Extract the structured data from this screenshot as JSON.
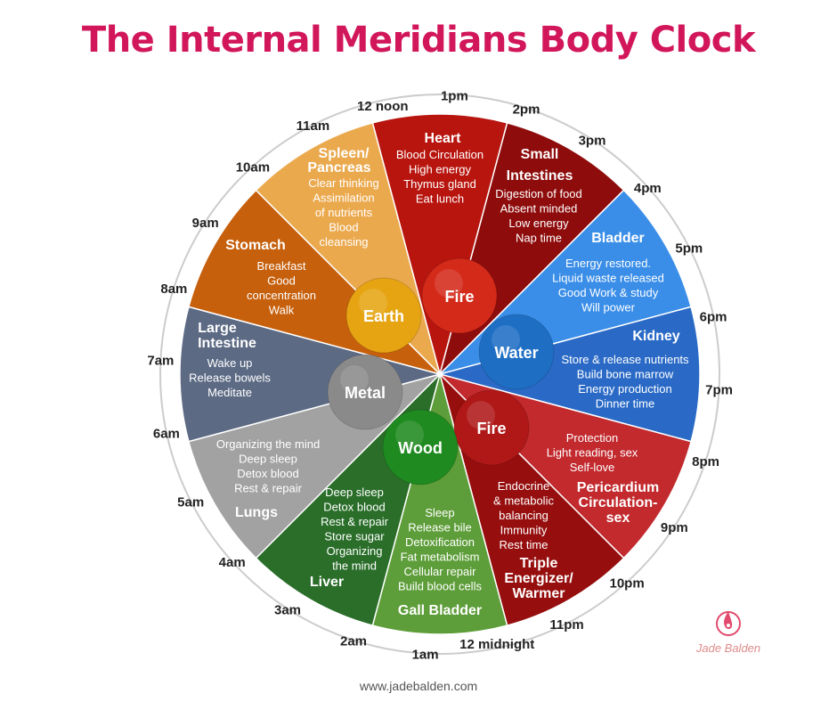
{
  "title": "The Internal Meridians Body Clock",
  "footer_url": "www.jadebalden.com",
  "brand": "Jade Balden",
  "segments": [
    {
      "name": "Heart",
      "lines": [
        "Blood Circulation",
        "High energy",
        "Thymus gland",
        "Eat lunch"
      ],
      "color": "#b8150f"
    },
    {
      "name": "Small Intestines",
      "lines": [
        "Digestion of food",
        "Absent minded",
        "Low energy",
        "Nap time"
      ],
      "color": "#8e0c0c"
    },
    {
      "name": "Bladder",
      "lines": [
        "Energy restored.",
        "Liquid waste released",
        "Good Work & study",
        "Will power"
      ],
      "color": "#3a8ee8"
    },
    {
      "name": "Kidney",
      "lines": [
        "Store & release nutrients",
        "Build bone marrow",
        "Energy production",
        "Dinner time"
      ],
      "color": "#2a6ac6"
    },
    {
      "name": "Pericardium Circulation-sex",
      "lines": [
        "Protection",
        "Light reading, sex",
        "Self-love"
      ],
      "color": "#c22a2e"
    },
    {
      "name": "Triple Energizer/ Warmer",
      "lines": [
        "Endocrine",
        "& metabolic",
        "balancing",
        "Immunity",
        "Rest time"
      ],
      "color": "#960e0e"
    },
    {
      "name": "Gall Bladder",
      "lines": [
        "Sleep",
        "Release bile",
        "Detoxification",
        "Fat metabolism",
        "Cellular repair",
        "Build blood cells"
      ],
      "color": "#5e9e3a"
    },
    {
      "name": "Liver",
      "lines": [
        "Deep sleep",
        "Detox blood",
        "Rest & repair",
        "Store sugar",
        "Organizing",
        "the mind"
      ],
      "color": "#2a6e2a"
    },
    {
      "name": "Lungs",
      "lines": [
        "Organizing the mind",
        "Deep sleep",
        "Detox blood",
        "Rest & repair"
      ],
      "color": "#a2a2a2"
    },
    {
      "name": "Large Intestine",
      "lines": [
        "Wake up",
        "Release bowels",
        "Meditate"
      ],
      "color": "#5c6a84"
    },
    {
      "name": "Stomach",
      "lines": [
        "Breakfast",
        "Good",
        "concentration",
        "Walk"
      ],
      "color": "#c6600c"
    },
    {
      "name": "Spleen/ Pancreas",
      "lines": [
        "Clear thinking",
        "Assimilation",
        "of nutrients",
        "Blood",
        "cleansing"
      ],
      "color": "#eba94e"
    }
  ],
  "times": [
    "12 noon",
    "1pm",
    "2pm",
    "3pm",
    "4pm",
    "5pm",
    "6pm",
    "7pm",
    "8pm",
    "9pm",
    "10pm",
    "11pm",
    "12 midnight",
    "1am",
    "2am",
    "3am",
    "4am",
    "5am",
    "6am",
    "7am",
    "8am",
    "9am",
    "10am",
    "11am"
  ],
  "elements": [
    {
      "name": "Fire",
      "color": "#d42a1a"
    },
    {
      "name": "Water",
      "color": "#1e6ec4"
    },
    {
      "name": "Fire",
      "color": "#b01818"
    },
    {
      "name": "Wood",
      "color": "#1f8a1f"
    },
    {
      "name": "Metal",
      "color": "#8a8a8a"
    },
    {
      "name": "Earth",
      "color": "#e6a413"
    }
  ]
}
